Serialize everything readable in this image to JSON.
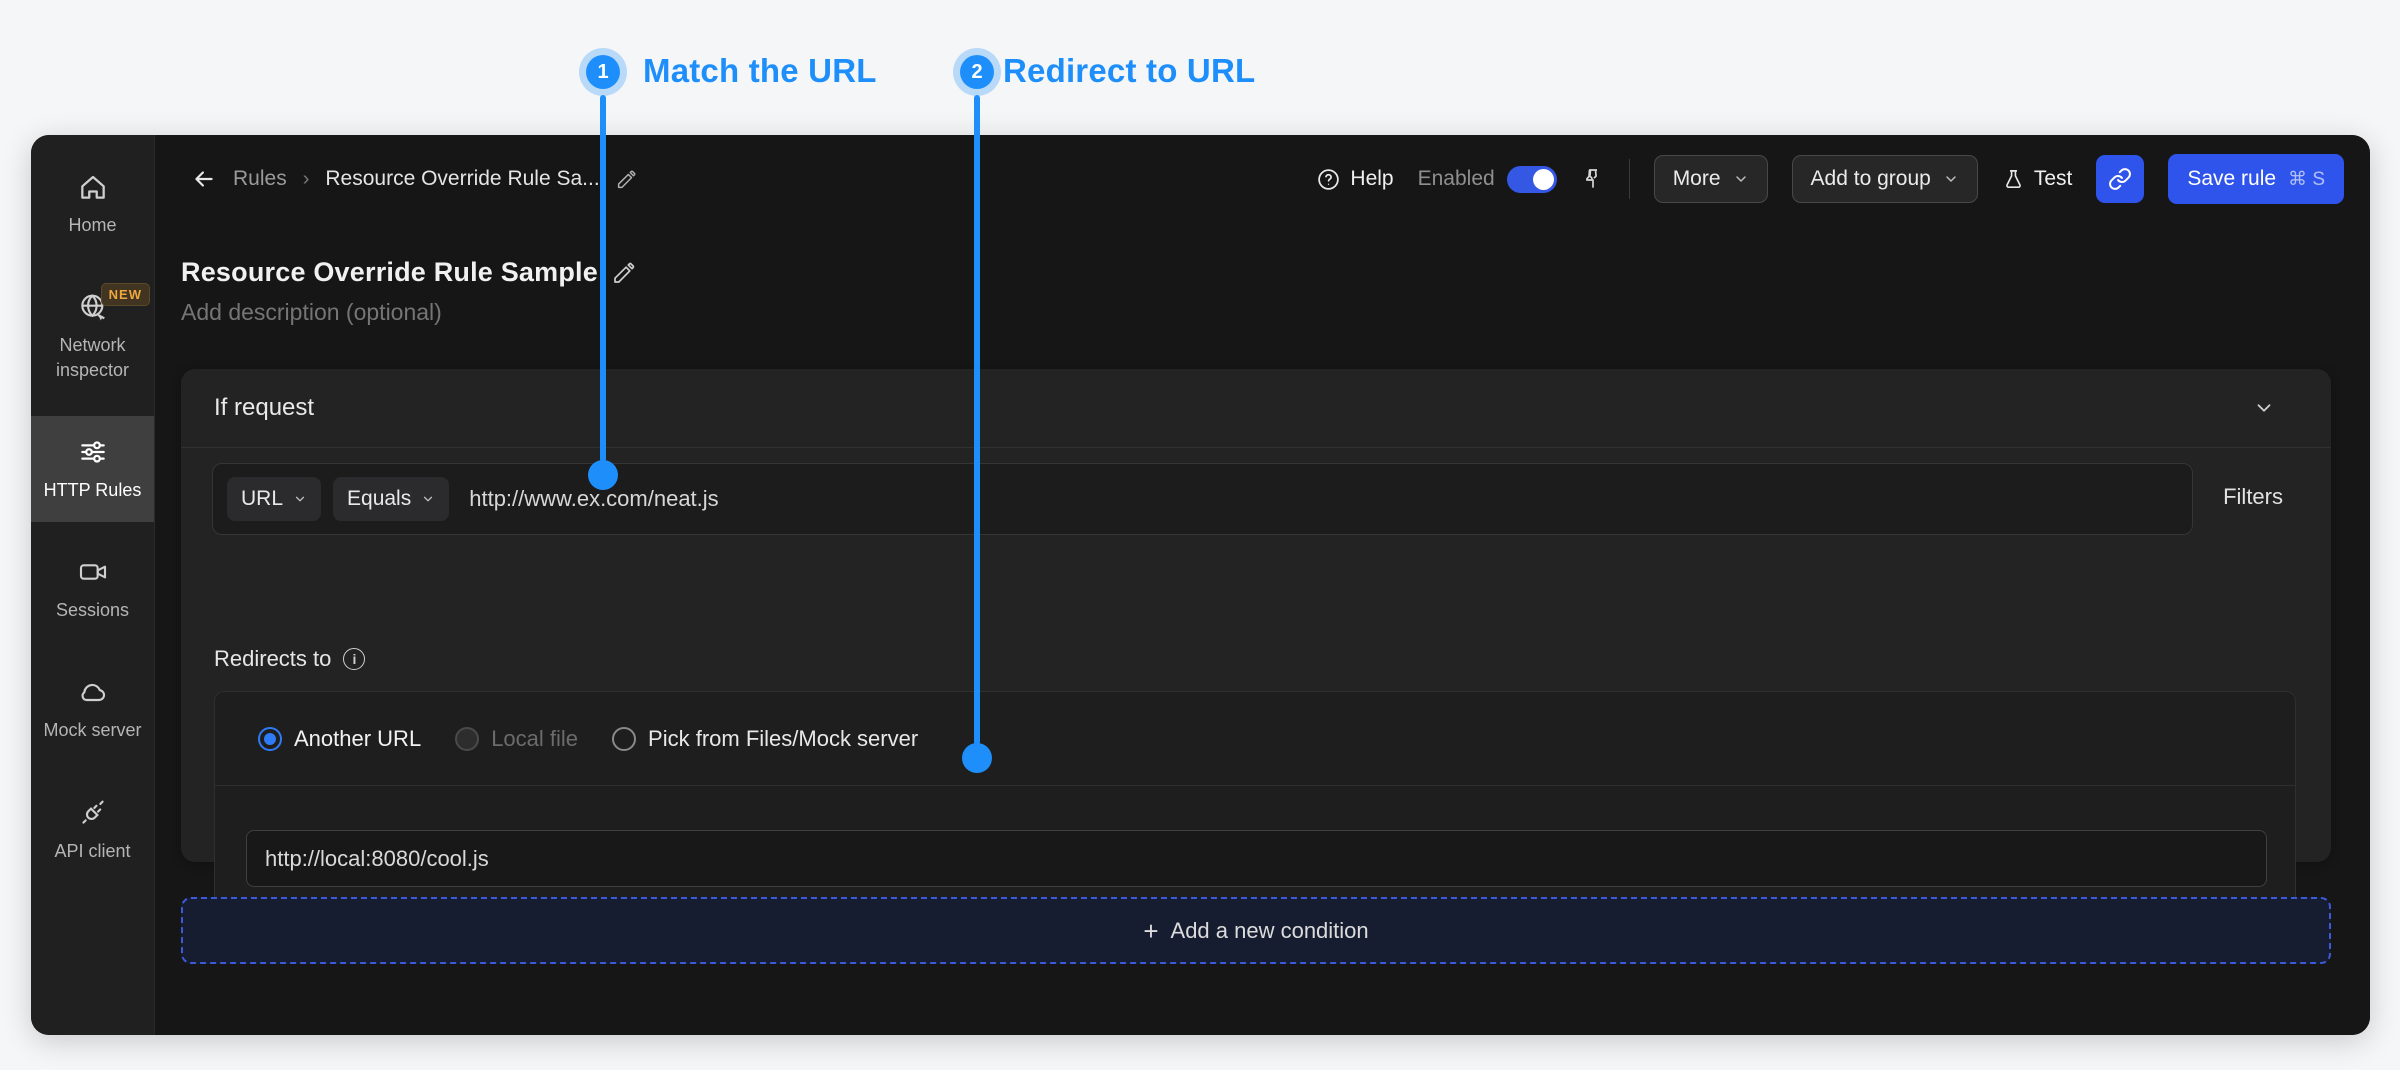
{
  "annotations": {
    "step1": {
      "number": "1",
      "label": "Match the URL"
    },
    "step2": {
      "number": "2",
      "label": "Redirect to URL"
    }
  },
  "sidebar": {
    "items": [
      {
        "label": "Home"
      },
      {
        "label": "Network inspector",
        "badge": "NEW"
      },
      {
        "label": "HTTP Rules"
      },
      {
        "label": "Sessions"
      },
      {
        "label": "Mock server"
      },
      {
        "label": "API client"
      }
    ]
  },
  "topbar": {
    "breadcrumb": {
      "root": "Rules",
      "separator": "›",
      "current": "Resource Override Rule Sa..."
    },
    "help_label": "Help",
    "enabled_label": "Enabled",
    "more_label": "More",
    "add_to_group_label": "Add to group",
    "test_label": "Test",
    "save_label": "Save rule",
    "save_shortcut": "⌘ S"
  },
  "rule": {
    "title": "Resource Override Rule Sample",
    "description_placeholder": "Add description (optional)"
  },
  "condition": {
    "header": "If request",
    "field": "URL",
    "operator": "Equals",
    "value": "http://www.ex.com/neat.js",
    "filters_label": "Filters"
  },
  "redirect": {
    "label": "Redirects to",
    "info": "i",
    "options": [
      {
        "label": "Another URL",
        "state": "selected"
      },
      {
        "label": "Local file",
        "state": "disabled"
      },
      {
        "label": "Pick from Files/Mock server",
        "state": "default"
      }
    ],
    "destination": "http://local:8080/cool.js"
  },
  "footer": {
    "plus": "+",
    "add_condition_label": "Add a new condition"
  },
  "colors": {
    "action_blue": "#2f54eb",
    "annotation_blue": "#1e8ffa"
  }
}
